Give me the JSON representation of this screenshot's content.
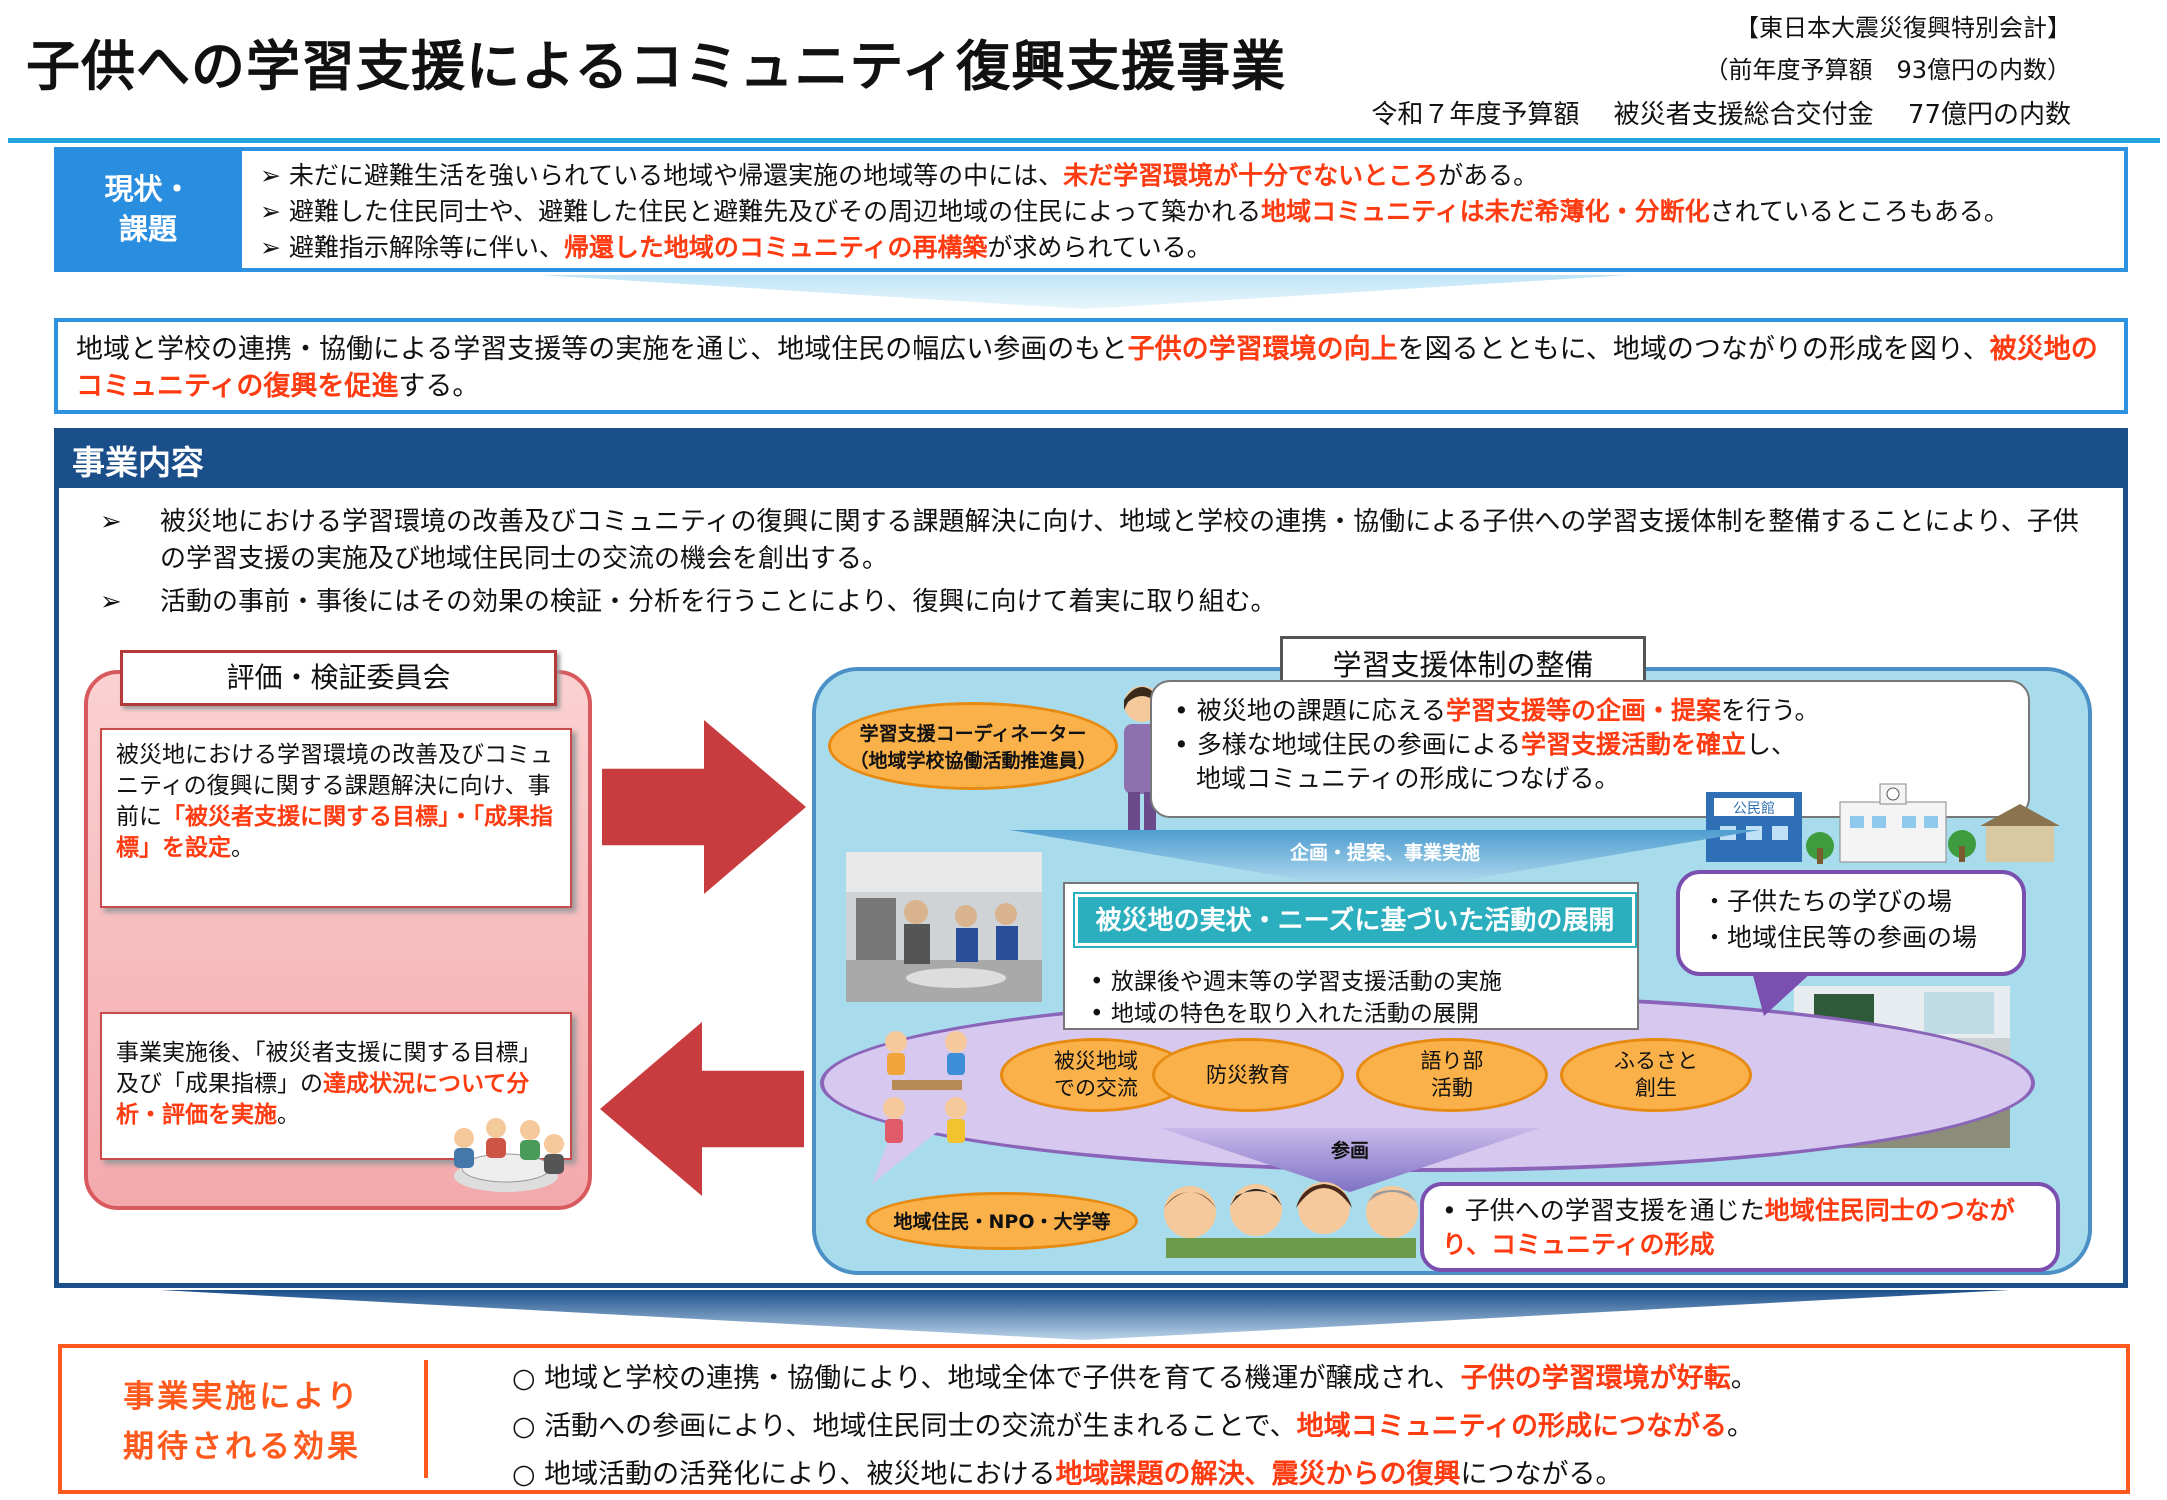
{
  "header": {
    "title": "子供への学習支援によるコミュニティ復興支援事業",
    "account": "【東日本大震災復興特別会計】",
    "prev_budget": "（前年度予算額　93億円の内数）",
    "budget_label": "令和７年度予算額",
    "grant_label": "被災者支援総合交付金",
    "budget_amount": "77億円の内数"
  },
  "situation": {
    "label_1": "現状・",
    "label_2": "課題",
    "items": [
      {
        "pre": "➢ 未だに避難生活を強いられている地域や帰還実施の地域等の中には、",
        "em": "未だ学習環境が十分でないところ",
        "post": "がある。"
      },
      {
        "pre": "➢ 避難した住民同士や、避難した住民と避難先及びその周辺地域の住民によって築かれる",
        "em": "地域コミュニティは未だ希薄化・分断化",
        "post": "されているところもある。"
      },
      {
        "pre": "➢ 避難指示解除等に伴い、",
        "em": "帰還した地域のコミュニティの再構築",
        "post": "が求められている。"
      }
    ]
  },
  "purpose": {
    "pre": "地域と学校の連携・協働による学習支援等の実施を通じ、地域住民の幅広い参画のもと",
    "em1": "子供の学習環境の向上",
    "mid": "を図るとともに、地域のつながりの形成を図り、",
    "em2": "被災地のコミュニティの復興を促進",
    "post": "する。"
  },
  "business": {
    "heading": "事業内容",
    "bullet": "➢",
    "line1": "被災地における学習環境の改善及びコミュニティの復興に関する課題解決に向け、地域と学校の連携・協働による子供への学習支援体制を整備することにより、子供の学習支援の実施及び地域住民同士の交流の機会を創出する。",
    "line2": "活動の事前・事後にはその効果の検証・分析を行うことにより、復興に向けて着実に取り組む。"
  },
  "committee": {
    "title": "評価・検証委員会",
    "card1_pre": "被災地における学習環境の改善及びコミュニティの復興に関する課題解決に向け、事前に",
    "card1_em": "「被災者支援に関する目標」・「成果指標」を設定",
    "card1_post": "。",
    "card2_pre": "事業実施後、「被災者支援に関する目標」及び「成果指標」の",
    "card2_em": "達成状況について分析・評価を実施",
    "card2_post": "。"
  },
  "system": {
    "title": "学習支援体制の整備",
    "coordinator_1": "学習支援コーディネーター",
    "coordinator_2": "（地域学校協働活動推進員）",
    "coord_l1_pre": "• 被災地の課題に応える",
    "coord_l1_em": "学習支援等の企画・提案",
    "coord_l1_post": "を行う。",
    "coord_l2_pre": "• 多様な地域住民の参画による",
    "coord_l2_em": "学習支援活動を確立",
    "coord_l2_post": "し、",
    "coord_l3": "地域コミュニティの形成につなげる。",
    "plan_label": "企画・提案、事業実施",
    "building_sign": "公民館",
    "activity_title": "被災地の実状・ニーズに基づいた活動の展開",
    "activity_items": [
      "• 放課後や週末等の学習支援活動の実施",
      "• 地域の特色を取り入れた活動の展開"
    ],
    "places": [
      "・子供たちの学びの場",
      "・地域住民等の参画の場"
    ],
    "activities": [
      {
        "l1": "被災地域",
        "l2": "での交流"
      },
      {
        "l1": "防災教育",
        "l2": ""
      },
      {
        "l1": "語り部",
        "l2": "活動"
      },
      {
        "l1": "ふるさと",
        "l2": "創生"
      }
    ],
    "participate_label": "参画",
    "residents": "地域住民・NPO・大学等",
    "res_pre": "• 子供への学習支援を通じた",
    "res_em": "地域住民同士のつながり、コミュニティの形成"
  },
  "effect": {
    "label_1": "事業実施により",
    "label_2": "期待される効果",
    "items": [
      {
        "pre": "○ 地域と学校の連携・協働により、地域全体で子供を育てる機運が醸成され、",
        "em": "子供の学習環境が好転",
        "post": "。"
      },
      {
        "pre": "○ 活動への参画により、地域住民同士の交流が生まれることで、",
        "em": "地域コミュニティの形成につながる",
        "post": "。"
      },
      {
        "pre": "○ 地域活動の活発化により、被災地における",
        "em": "地域課題の解決、震災からの復興",
        "post": "につながる。"
      }
    ]
  },
  "colors": {
    "accent_blue": "#2a8ee0",
    "navy": "#1b4f8a",
    "emphasis_red": "#ff3b12",
    "orange": "#ff5a1e",
    "purple": "#7b4fb0"
  }
}
